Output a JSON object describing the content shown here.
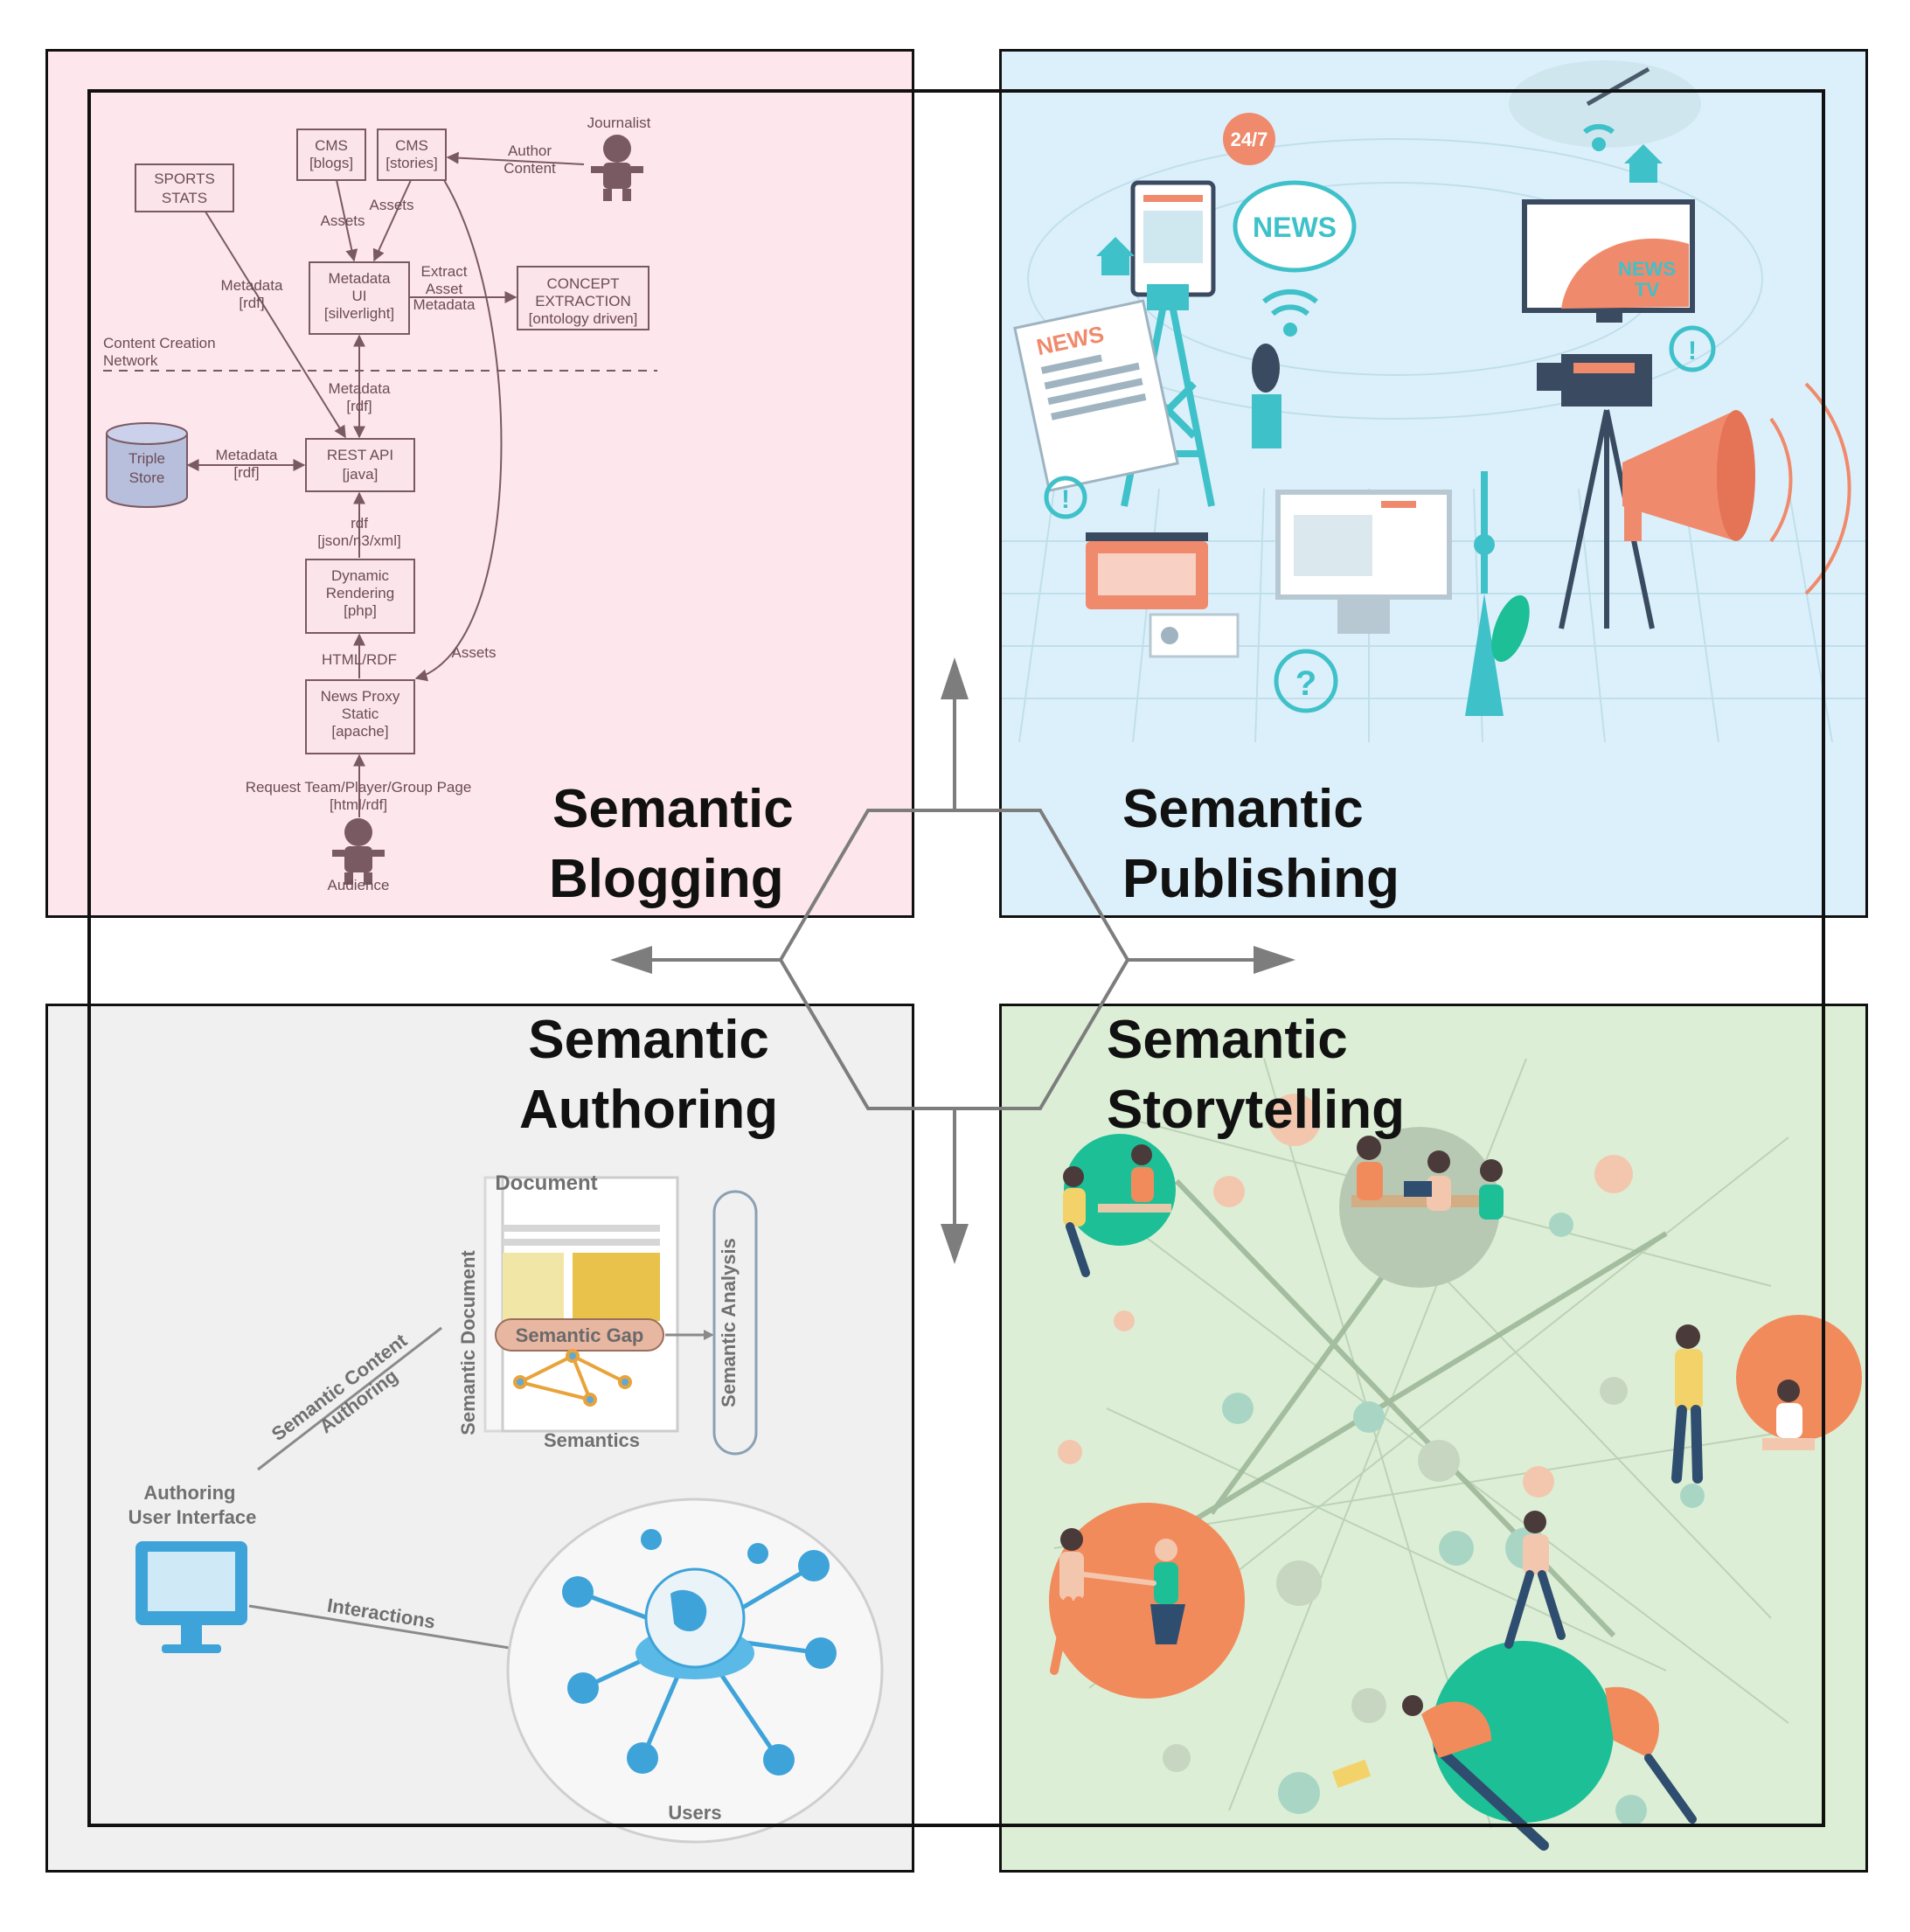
{
  "titles": {
    "blogging": [
      "Semantic",
      "Blogging"
    ],
    "publishing": [
      "Semantic",
      "Publishing"
    ],
    "authoring": [
      "Semantic",
      "Authoring"
    ],
    "storytelling": [
      "Semantic",
      "Storytelling"
    ]
  },
  "blogging_diagram": {
    "sports_stats": [
      "SPORTS",
      "STATS"
    ],
    "cms_blogs": [
      "CMS",
      "[blogs]"
    ],
    "cms_stories": [
      "CMS",
      "[stories]"
    ],
    "journalist": "Journalist",
    "author_content": [
      "Author",
      "Content"
    ],
    "assets_1": "Assets",
    "assets_2": "Assets",
    "assets_3": "Assets",
    "metadata_ui": [
      "Metadata",
      "UI",
      "[silverlight]"
    ],
    "extract_asset_metadata": [
      "Extract",
      "Asset",
      "Metadata"
    ],
    "concept_extraction": [
      "CONCEPT",
      "EXTRACTION",
      "[ontology driven]"
    ],
    "metadata_rdf_1": [
      "Metadata",
      "[rdf]"
    ],
    "content_creation_network": [
      "Content Creation",
      "Network"
    ],
    "metadata_rdf_2": [
      "Metadata",
      "[rdf]"
    ],
    "triple_store": [
      "Triple",
      "Store"
    ],
    "metadata_rdf_3": [
      "Metadata",
      "[rdf]"
    ],
    "rest_api": [
      "REST API",
      "[java]"
    ],
    "rdf_formats": [
      "rdf",
      "[json/n3/xml]"
    ],
    "dynamic_rendering": [
      "Dynamic",
      "Rendering",
      "[php]"
    ],
    "html_rdf": "HTML/RDF",
    "news_proxy": [
      "News Proxy",
      "Static",
      "[apache]"
    ],
    "request_page": [
      "Request Team/Player/Group Page",
      "[html/rdf]"
    ],
    "audience": "Audience"
  },
  "publishing_image": {
    "news_247": "24/7",
    "news_bubble": "NEWS",
    "news_paper": "NEWS",
    "news_tv": [
      "NEWS",
      "TV"
    ]
  },
  "authoring_diagram": {
    "document": "Document",
    "semantic_document": "Semantic Document",
    "semantic_gap": "Semantic Gap",
    "semantic_analysis": "Semantic Analysis",
    "semantics": "Semantics",
    "semantic_content_authoring": [
      "Semantic Content",
      "Authoring"
    ],
    "authoring_ui": [
      "Authoring",
      "User Interface"
    ],
    "interactions": "Interactions",
    "users": "Users"
  },
  "colors": {
    "blogging_bg": "#fde6ec",
    "publishing_bg": "#dcf0fb",
    "authoring_bg": "#f0f0f0",
    "storytelling_bg": "#dcefd6",
    "teal": "#3fc1c9",
    "coral": "#f08a6c",
    "green_accent": "#1dbf97"
  }
}
